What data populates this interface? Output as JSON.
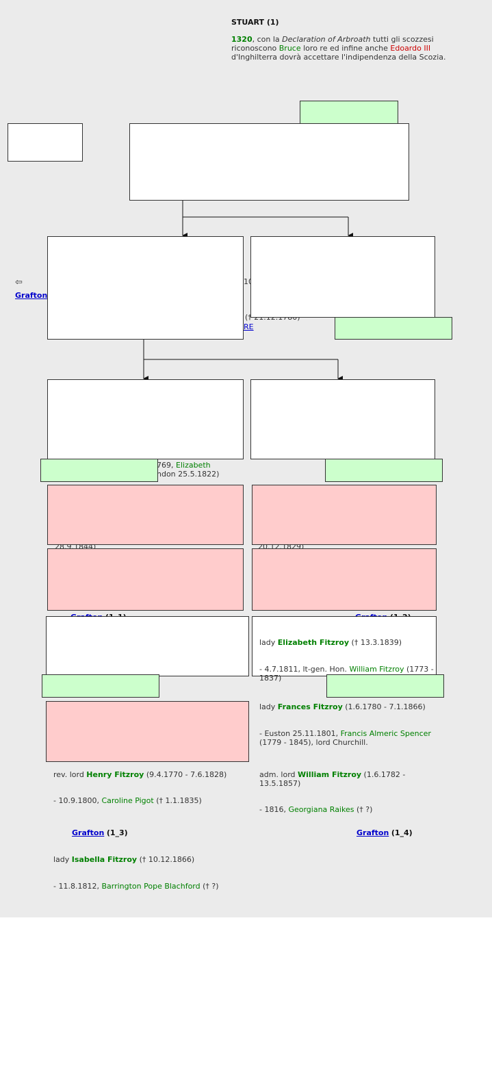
{
  "header": {
    "title": "STUART (1)",
    "year": "1320",
    "line1_pre": ", con la ",
    "declaration": "Declaration of Arbroath",
    "line1_post": " tutti gli scozzesi",
    "line2_pre": "riconoscono ",
    "bruce": "Bruce",
    "line2_mid": " loro re ed infine anche ",
    "edoardo": "Edoardo III",
    "line3": "d'Inghilterra dovrà accettare l'indipendenza della Scozia."
  },
  "left_nav": {
    "arrow": "⇦",
    "link": "Grafton"
  },
  "partial_text": {
    "p1": "10",
    "p2": "(† 21.12.1780)",
    "p3": "RE",
    "p4": "769, ",
    "p4_name": "Elizabeth",
    "p5": "ndon 25.5.1822)",
    "p6": "28.9.1844)",
    "p7": "20.12.1829)"
  },
  "refs": [
    {
      "link": "Grafton",
      "code": "(1_1)"
    },
    {
      "link": "Grafton",
      "code": "(1_2)"
    },
    {
      "link": "Grafton",
      "code": "(1_3)"
    },
    {
      "link": "Grafton",
      "code": "(1_4)"
    }
  ],
  "people": {
    "elizabeth": {
      "prefix": "lady ",
      "name": "Elizabeth Fitzroy",
      "dates": " († 13.3.1839)",
      "marriage_pre": "- 4.7.1811, lt-gen. Hon. ",
      "spouse": "William Fitzroy",
      "marriage_post": " (1773 - 1837)"
    },
    "frances": {
      "prefix": "lady ",
      "name": "Frances Fitzroy",
      "dates": " (1.6.1780 - 7.1.1866)",
      "marriage_pre": "- Euston 25.11.1801, ",
      "spouse": "Francis Almeric Spencer",
      "marriage_post": " (1779 - 1845), lord Churchill."
    },
    "henry": {
      "prefix": "rev. lord ",
      "name": "Henry Fitzroy",
      "dates": " (9.4.1770 - 7.6.1828)",
      "marriage_pre": "- 10.9.1800, ",
      "spouse": "Caroline Pigot",
      "marriage_post": " († 1.1.1835)"
    },
    "william": {
      "prefix": "adm. lord ",
      "name": "William Fitzroy",
      "dates": " (1.6.1782 - 13.5.1857)",
      "marriage_pre": "- 1816, ",
      "spouse": "Georgiana Raikes",
      "marriage_post": " († ?)"
    },
    "isabella": {
      "prefix": "lady ",
      "name": "Isabella Fitzroy",
      "dates": " († 10.12.1866)",
      "marriage_pre": "- 11.8.1812, ",
      "spouse": "Barrington Pope Blachford",
      "marriage_post": " († ?)"
    }
  },
  "colors": {
    "background": "#ebebeb",
    "green_box": "#ccffcc",
    "pink_box": "#ffcccc",
    "name_green": "#008000",
    "link_blue": "#0000cc",
    "red": "#cc0000"
  }
}
